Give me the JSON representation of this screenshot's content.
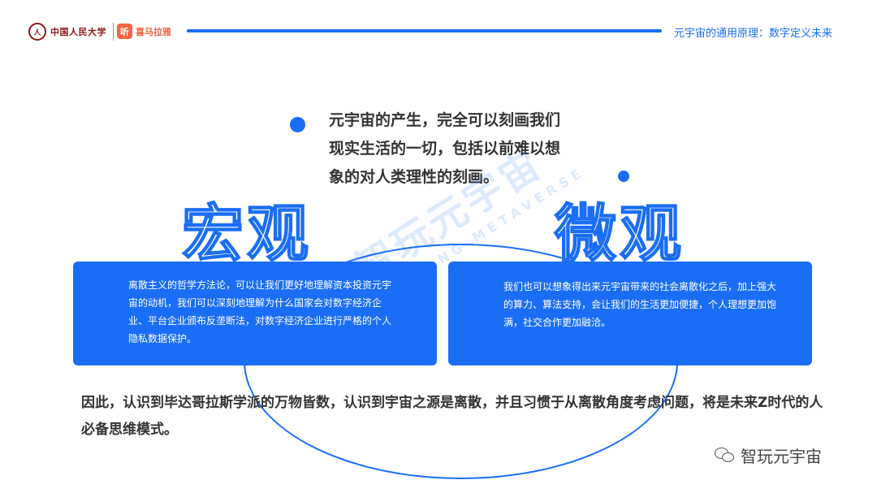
{
  "header": {
    "university": "中国人民大学",
    "seal_glyph": "人",
    "partner_badge": "听",
    "partner": "喜马拉雅",
    "title": "元宇宙的通用原理：数字定义未来"
  },
  "main": {
    "quote": "元宇宙的产生，完全可以刻画我们现实生活的一切，包括以前难以想象的对人类理性的刻画。",
    "left_word": "宏观",
    "right_word": "微观",
    "left_card": "离散主义的哲学方法论，可以让我们更好地理解资本投资元宇宙的动机，我们可以深刻地理解为什么国家会对数字经济企业、平台企业颁布反垄断法，对数字经济企业进行严格的个人隐私数据保护。",
    "right_card": "我们也可以想象得出来元宇宙带来的社会离散化之后，加上强大的算力、算法支持，会让我们的生活更加便捷，个人理想更加饱满，社交合作更加融洽。",
    "summary": "因此，认识到毕达哥拉斯学派的万物皆数，认识到宇宙之源是离散，并且习惯于从离散角度考虑问题，将是未来Z时代的人必备思维模式。"
  },
  "watermark": {
    "main": "智玩元宇宙",
    "sub": "ZHIWANG METAVERSE"
  },
  "footer": {
    "brand": "智玩元宇宙"
  },
  "colors": {
    "accent": "#1a6ef5",
    "text": "#333333",
    "card_text": "#ffffff",
    "partner": "#f86442",
    "university": "#8b1a1a"
  }
}
